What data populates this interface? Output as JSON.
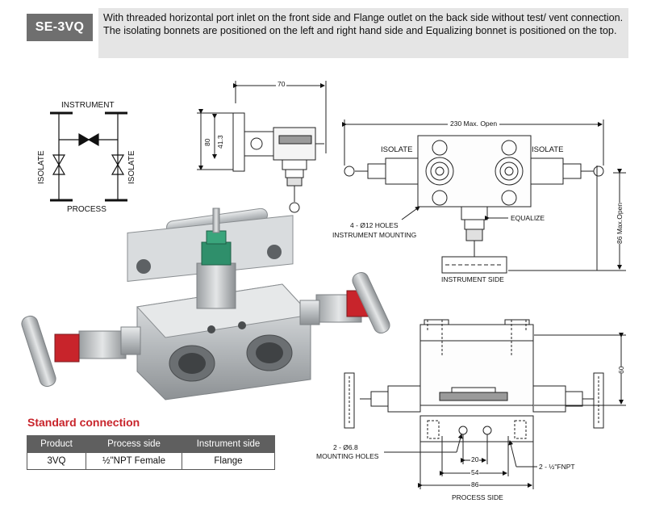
{
  "header": {
    "model": "SE-3VQ",
    "description": "With threaded horizontal port inlet on the front side and Flange outlet on the back side without test/ vent connection. The isolating bonnets are positioned on the left and right hand side and Equalizing bonnet is positioned on the top."
  },
  "schematic": {
    "instrument": "INSTRUMENT",
    "process": "PROCESS",
    "isolate_left": "ISOLATE",
    "isolate_right": "ISOLATE"
  },
  "side_drawing": {
    "dim_70": "70",
    "dim_80": "80",
    "dim_41_3": "41.3"
  },
  "front_drawing": {
    "dim_230": "230 Max. Open",
    "isolate_left": "ISOLATE",
    "isolate_right": "ISOLATE",
    "holes_line1": "4 - Ø12 HOLES",
    "holes_line2": "INSTRUMENT MOUNTING",
    "equalize": "EQUALIZE",
    "dim_86_open": "86 Max.Open",
    "instrument_side": "INSTRUMENT SIDE"
  },
  "bottom_drawing": {
    "dim_60": "60",
    "holes_line1": "2 - Ø6.8",
    "holes_line2": "MOUNTING HOLES",
    "dim_20": "20",
    "dim_54": "54",
    "fnpt": "2 - ½\"FNPT",
    "dim_86": "86",
    "process_side": "PROCESS SIDE"
  },
  "standard_connection": {
    "title": "Standard connection",
    "headers": [
      "Product",
      "Process side",
      "Instrument side"
    ],
    "rows": [
      [
        "3VQ",
        "½\"NPT Female",
        "Flange"
      ]
    ]
  }
}
